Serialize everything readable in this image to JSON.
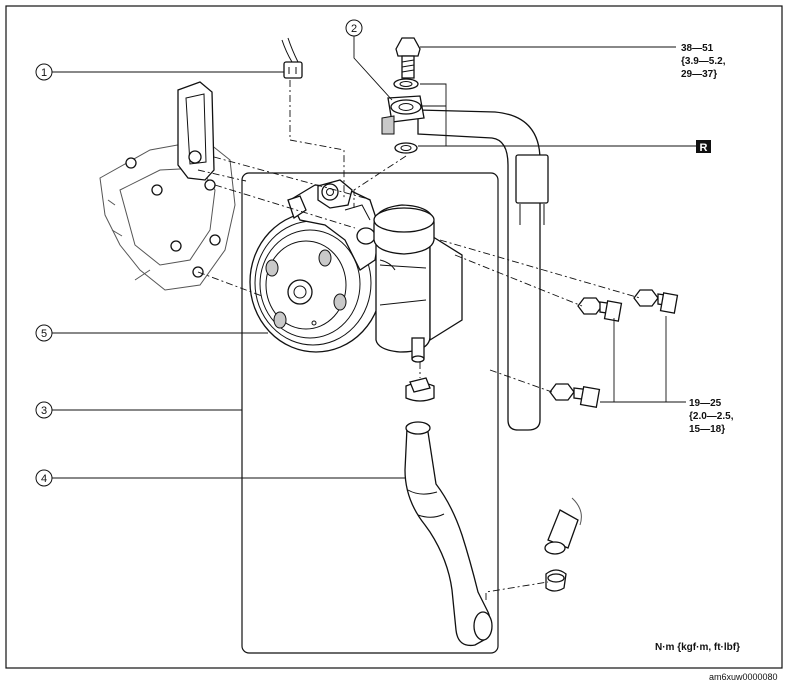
{
  "callouts": {
    "c1": "1",
    "c2": "2",
    "c3": "3",
    "c4": "4",
    "c5": "5"
  },
  "torque_top": {
    "line1": "38—51",
    "line2": "{3.9—5.2,",
    "line3": "29—37}"
  },
  "torque_bolts": {
    "line1": "19—25",
    "line2": "{2.0—2.5,",
    "line3": "15—18}"
  },
  "replace_mark": "R",
  "units_note": "N·m {kgf·m, ft·lbf}",
  "figure_code": "am6xuw0000080",
  "icons": {
    "replace_badge": "replace-part-badge",
    "callout_circle": "numbered-callout-circle"
  }
}
